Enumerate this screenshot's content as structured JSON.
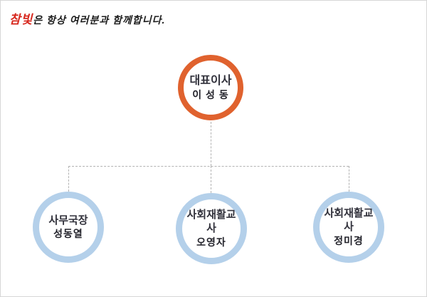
{
  "header": {
    "brand": "참빛",
    "brand_color": "#d7281e",
    "tagline": "은 항상 여러분과 함께합니다.",
    "text_color": "#1c1c1c"
  },
  "org_chart": {
    "connector_color": "#b3b3b3",
    "root": {
      "title": "대표이사",
      "name": "이 성 동",
      "ring_color": "#e0622e"
    },
    "children": [
      {
        "title": "사무국장",
        "name": "성동열",
        "ring_color": "#b4d0ea"
      },
      {
        "title": "사회재활교사",
        "name": "오영자",
        "ring_color": "#b4d0ea"
      },
      {
        "title": "사회재활교사",
        "name": "정미경",
        "ring_color": "#b4d0ea"
      }
    ]
  }
}
